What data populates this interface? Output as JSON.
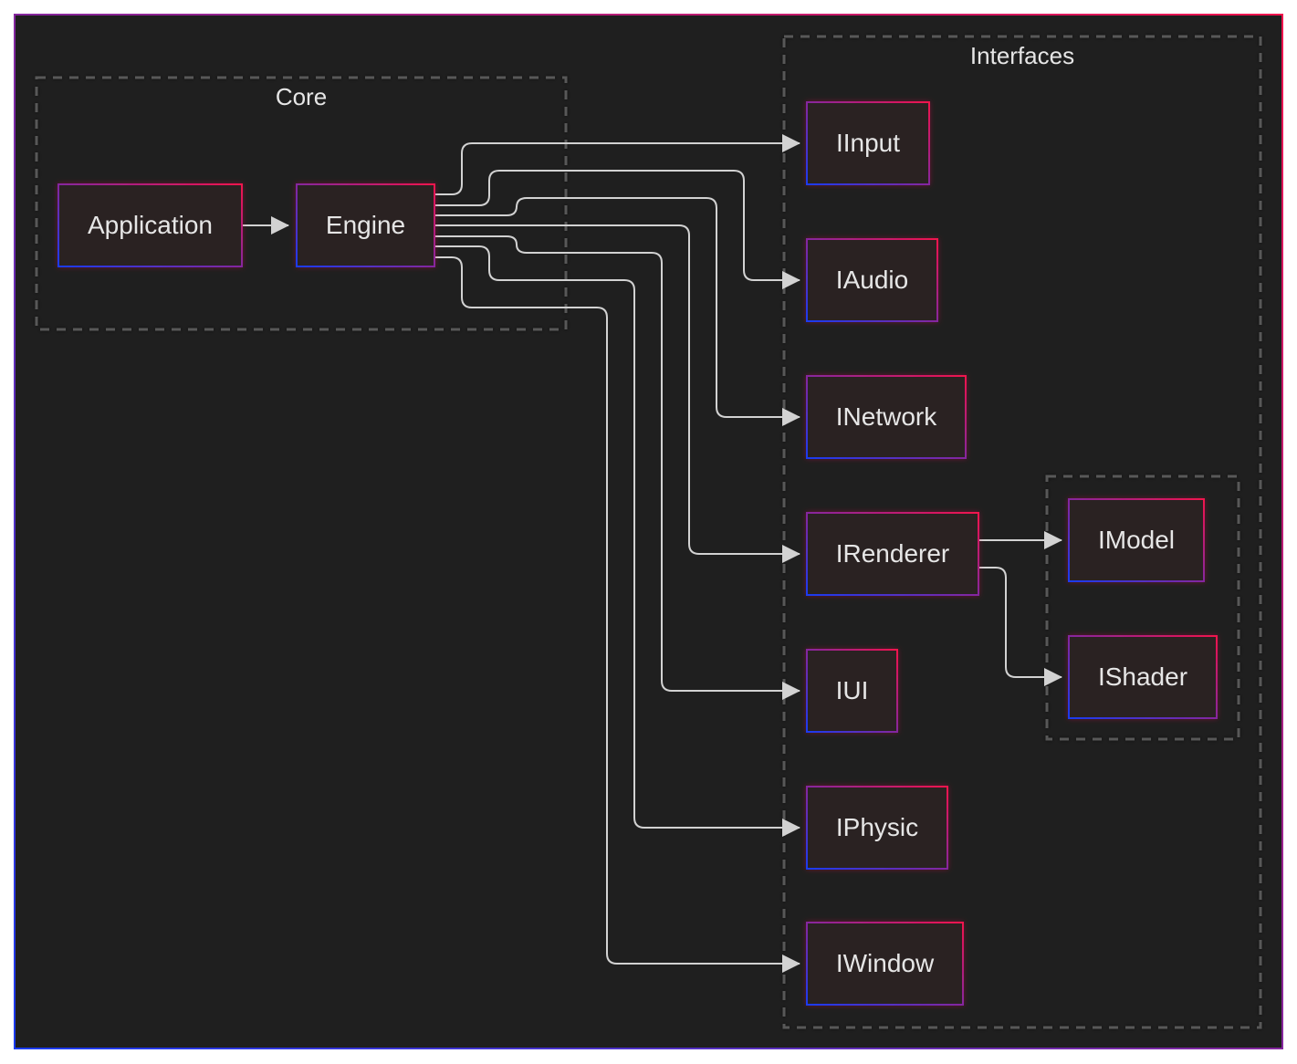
{
  "colors": {
    "background": "#1f1f1f",
    "border_start": "#1a3bf0",
    "border_end": "#f0134d",
    "group_border": "#585858",
    "node_fill": "#2b2222",
    "text": "#e6e6e6",
    "edge": "#d2d2d2"
  },
  "groups": {
    "core": {
      "label": "Core"
    },
    "interfaces": {
      "label": "Interfaces"
    },
    "renderer_sub": {
      "label": ""
    }
  },
  "nodes": {
    "application": {
      "label": "Application"
    },
    "engine": {
      "label": "Engine"
    },
    "iinput": {
      "label": "IInput"
    },
    "iaudio": {
      "label": "IAudio"
    },
    "inetwork": {
      "label": "INetwork"
    },
    "irenderer": {
      "label": "IRenderer"
    },
    "iui": {
      "label": "IUI"
    },
    "iphysic": {
      "label": "IPhysic"
    },
    "iwindow": {
      "label": "IWindow"
    },
    "imodel": {
      "label": "IModel"
    },
    "ishader": {
      "label": "IShader"
    }
  },
  "edges": [
    {
      "from": "Application",
      "to": "Engine"
    },
    {
      "from": "Engine",
      "to": "IInput"
    },
    {
      "from": "Engine",
      "to": "IAudio"
    },
    {
      "from": "Engine",
      "to": "INetwork"
    },
    {
      "from": "Engine",
      "to": "IRenderer"
    },
    {
      "from": "Engine",
      "to": "IUI"
    },
    {
      "from": "Engine",
      "to": "IPhysic"
    },
    {
      "from": "Engine",
      "to": "IWindow"
    },
    {
      "from": "IRenderer",
      "to": "IModel"
    },
    {
      "from": "IRenderer",
      "to": "IShader"
    }
  ]
}
